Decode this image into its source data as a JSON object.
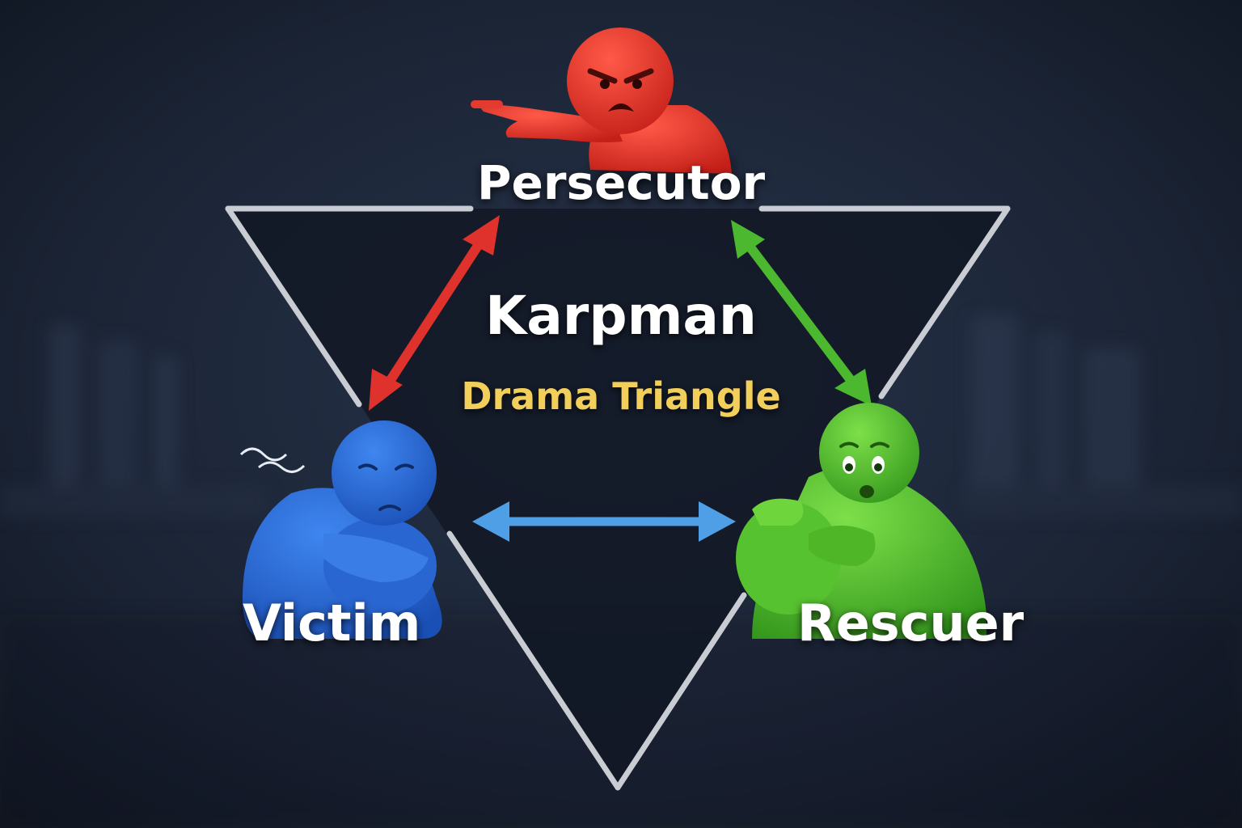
{
  "diagram": {
    "title": "Karpman",
    "subtitle": "Drama Triangle",
    "roles": {
      "persecutor": {
        "label": "Persecutor",
        "color": "#e53a2f"
      },
      "victim": {
        "label": "Victim",
        "color": "#2f6fd8"
      },
      "rescuer": {
        "label": "Rescuer",
        "color": "#58c02f"
      }
    },
    "arrows": [
      {
        "from": "persecutor",
        "to": "victim",
        "color": "#e0322c",
        "direction": "both"
      },
      {
        "from": "persecutor",
        "to": "rescuer",
        "color": "#4cb82f",
        "direction": "both"
      },
      {
        "from": "victim",
        "to": "rescuer",
        "color": "#4f9fe6",
        "direction": "both"
      }
    ],
    "colors": {
      "background": "#1b2434",
      "triangle_stroke": "#c9ccd2",
      "triangle_fill": "#121824",
      "title": "#ffffff",
      "subtitle": "#f2cf5b"
    }
  }
}
